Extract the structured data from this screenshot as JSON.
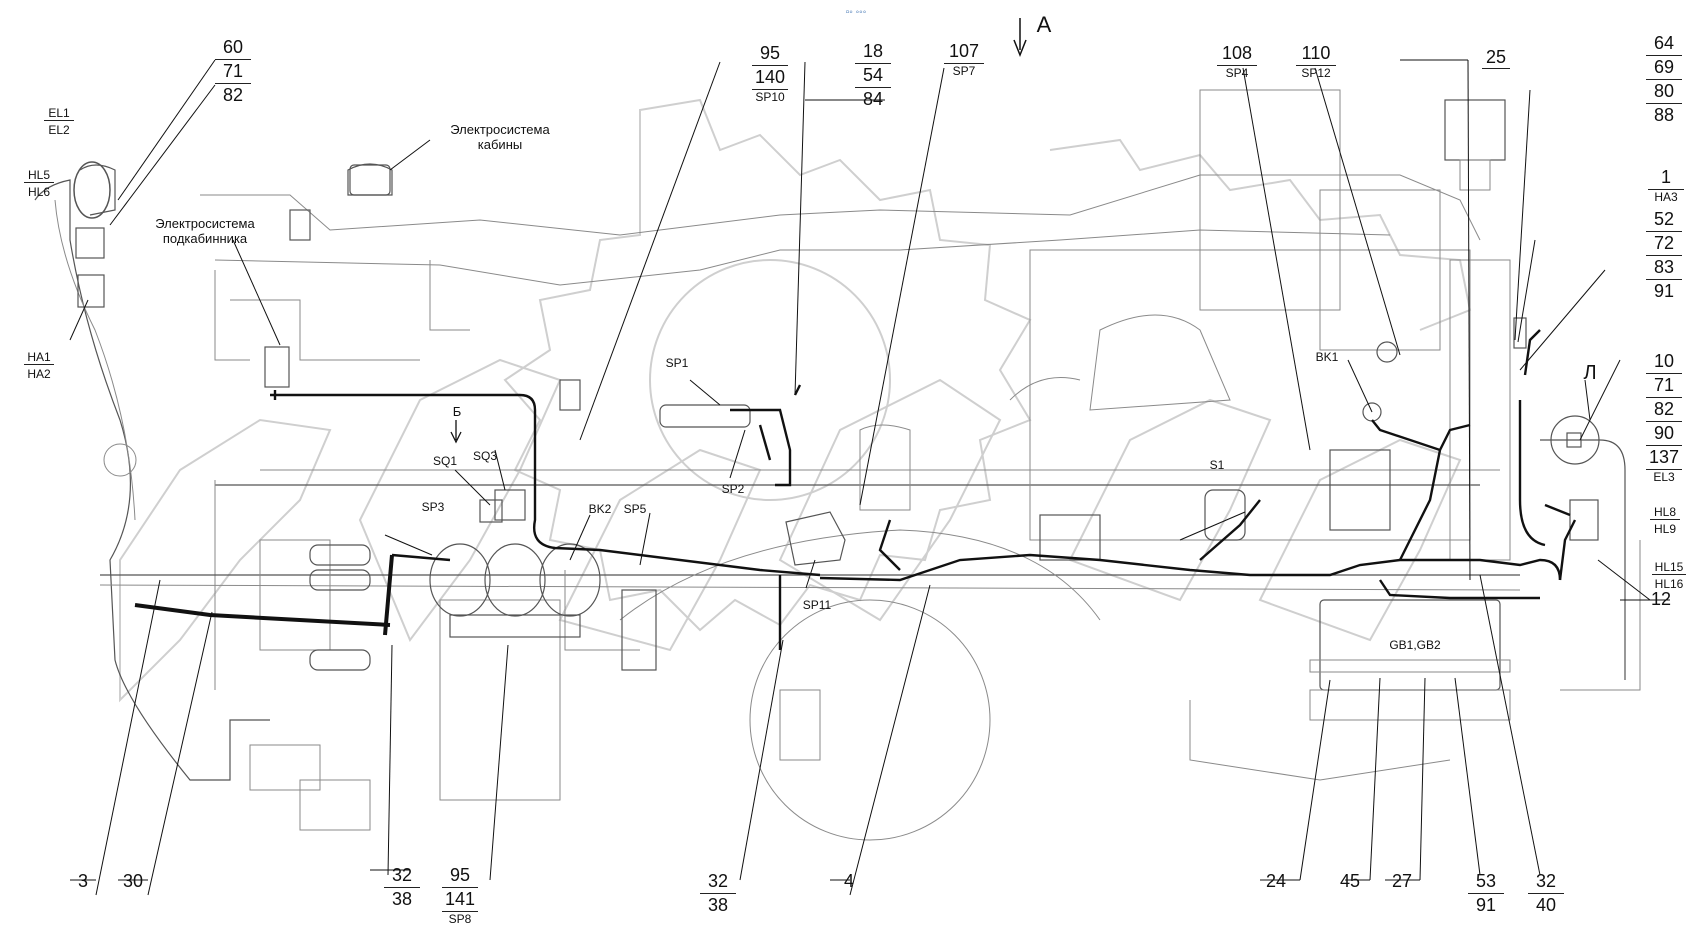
{
  "top_marker": "▫◦ ◦◦◦",
  "view_label": "А",
  "section_label": "Б",
  "detail_label": "Л",
  "captions": {
    "cab_system_line1": "Электросистема",
    "cab_system_line2": "кабины",
    "subcab_system_line1": "Электросистема",
    "subcab_system_line2": "подкабинника"
  },
  "components": {
    "el1": "EL1",
    "el2": "EL2",
    "hl5": "HL5",
    "hl6": "HL6",
    "ha1": "HA1",
    "ha2": "HA2",
    "sq1": "SQ1",
    "sq3": "SQ3",
    "sp3": "SP3",
    "bk2": "BK2",
    "sp5": "SP5",
    "sp1": "SP1",
    "sp2": "SP2",
    "sp11": "SP11",
    "s1": "S1",
    "bk1": "BK1",
    "hl8": "HL8",
    "hl9": "HL9",
    "hl15": "HL15",
    "hl16": "HL16",
    "gb": "GB1,GB2"
  },
  "callouts": {
    "c60": [
      "60",
      "71",
      "82"
    ],
    "c95top": [
      "95",
      "140"
    ],
    "c95top_sub": "SP10",
    "c18": [
      "18",
      "54",
      "84"
    ],
    "c107": "107",
    "c107_sub": "SP7",
    "c108": "108",
    "c108_sub": "SP4",
    "c110": "110",
    "c110_sub": "SP12",
    "c25": "25",
    "c64": [
      "64",
      "69",
      "80",
      "88"
    ],
    "c1": "1",
    "c1_sub": "HA3",
    "c52": [
      "52",
      "72",
      "83",
      "91"
    ],
    "c10": [
      "10",
      "71",
      "82",
      "90",
      "137"
    ],
    "c10_sub": "EL3",
    "c12": "12",
    "c3": "3",
    "c30": "30",
    "c32a": [
      "32",
      "38"
    ],
    "c95bot": [
      "95",
      "141"
    ],
    "c95bot_sub": "SP8",
    "c32b": [
      "32",
      "38"
    ],
    "c4": "4",
    "c24": "24",
    "c45": "45",
    "c27": "27",
    "c53": [
      "53",
      "91"
    ],
    "c32c": [
      "32",
      "40"
    ]
  }
}
